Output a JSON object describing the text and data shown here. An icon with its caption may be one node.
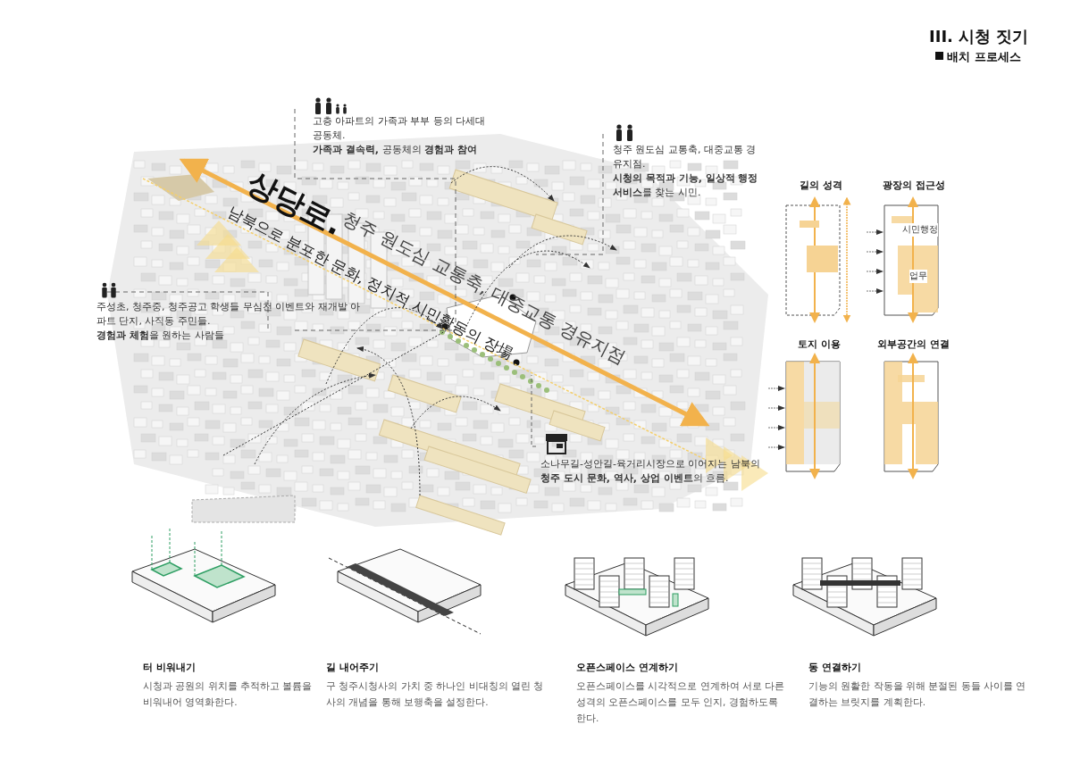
{
  "diagram": {
    "title": "III. 시청 짓기",
    "labels": [
      "배치 프로세스",
      "고층 아파트의 가족과 부부 등의 다세대 공동체.",
      "**가족과 결속력,** 공동체의 **경험과 참여**",
      "청주 원도심 교통축, 대중교통 경유지점.",
      "**시청의 목적과 기능, 일상적 행정서비스**를 찾는 시민.",
      "상당로.",
      "청주 원도심 교통축, 대중교통 경유지점",
      "남북으로 분포한 문화, 정치적 시민활동의 장場",
      "주성초, 청주중, 청주공고 학생들 무심천 이벤트와 재개발 아파트 단지, 사직동 주민들.",
      "**경험과 체험**을 원하는 사람들",
      "소나무길-성안길-육거리시장으로 이어지는 남북의 **청주 도시 문화, 역사, 상업 이벤트**의 흐름.",
      "길의 성격",
      "광장의 접근성",
      "시민행정",
      "업무",
      "토지 이용",
      "외부공간의 연결",
      "터 비워내기",
      "시청과 공원의 위치를 추적하고 볼륨을 비워내어 영역화한다.",
      "길 내어주기",
      "구 청주시청사의 가치 중 하나인 비대칭의 열린 청사의 개념을 통해 보행축을 설정한다.",
      "오픈스페이스 연계하기",
      "오픈스페이스를 시각적으로 연계하여 서로 다른 성격의 오픈스페이스를 모두 인지, 경험하도록 한다.",
      "동 연결하기",
      "기능의 원활한 작동을 위해 분절된 동들 사이를 연결하는 브릿지를 계획한다."
    ]
  }
}
